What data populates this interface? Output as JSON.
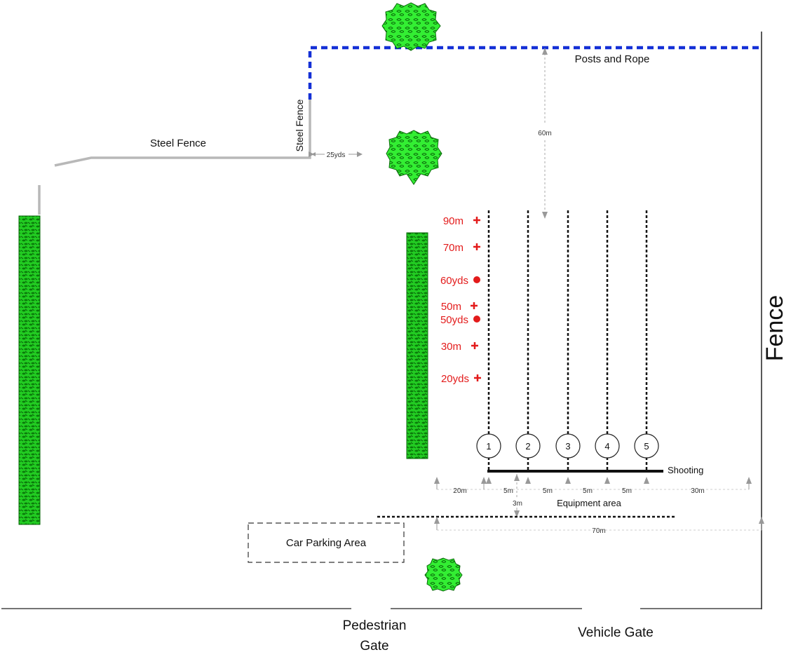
{
  "labels": {
    "posts_rope": "Posts and Rope",
    "steel_fence_horizontal": "Steel Fence",
    "steel_fence_vertical": "Steel Fence",
    "fence": "Fence",
    "car_parking": "Car Parking Area",
    "pedestrian_gate_line1": "Pedestrian",
    "pedestrian_gate_line2": "Gate",
    "vehicle_gate": "Vehicle Gate",
    "shooting": "Shooting",
    "equipment_area": "Equipment area"
  },
  "dimensions": {
    "d_25yds": "25yds",
    "d_60m": "60m",
    "d_20m": "20m",
    "d_5m_1": "5m",
    "d_5m_2": "5m",
    "d_5m_3": "5m",
    "d_5m_4": "5m",
    "d_30m": "30m",
    "d_3m": "3m",
    "d_70m": "70m"
  },
  "distance_markers": [
    {
      "label": "90m",
      "marker": "cross"
    },
    {
      "label": "70m",
      "marker": "cross"
    },
    {
      "label": "60yds",
      "marker": "dot"
    },
    {
      "label": "50m",
      "marker": "cross"
    },
    {
      "label": "50yds",
      "marker": "dot"
    },
    {
      "label": "30m",
      "marker": "cross"
    },
    {
      "label": "20yds",
      "marker": "cross"
    }
  ],
  "lanes": [
    "1",
    "2",
    "3",
    "4",
    "5"
  ],
  "colors": {
    "rope": "#1430d6",
    "steel_fence": "#b8b8b8",
    "hedge": "#22cc22",
    "tree": "#33ee33",
    "marker": "#e31b1b",
    "dimension": "#999999"
  }
}
